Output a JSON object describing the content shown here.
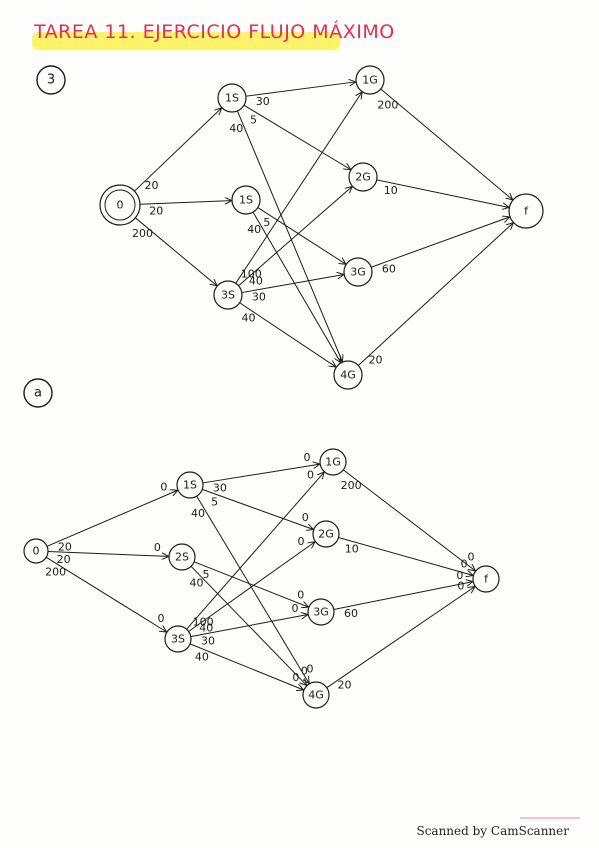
{
  "title": "TAREA 11. EJERCICIO FLUJO MÁXIMO",
  "section_a_label": "3",
  "section_b_label": "a",
  "colors": {
    "title": "#e0305a",
    "highlight": "#fff36a",
    "ink": "#1c1c1c"
  },
  "graph1": {
    "nodes": [
      {
        "id": "o",
        "label": "0"
      },
      {
        "id": "1s",
        "label": "1S"
      },
      {
        "id": "2s",
        "label": "1S"
      },
      {
        "id": "3s",
        "label": "3S"
      },
      {
        "id": "1g",
        "label": "1G"
      },
      {
        "id": "2g",
        "label": "2G"
      },
      {
        "id": "3g",
        "label": "3G"
      },
      {
        "id": "4g",
        "label": "4G"
      },
      {
        "id": "f",
        "label": "f"
      }
    ],
    "edges": [
      {
        "from": "o",
        "to": "1s",
        "cap": "20"
      },
      {
        "from": "o",
        "to": "2s",
        "cap": "20"
      },
      {
        "from": "o",
        "to": "3s",
        "cap": "200"
      },
      {
        "from": "1s",
        "to": "1g",
        "cap": "30"
      },
      {
        "from": "1s",
        "to": "2g",
        "cap": "5"
      },
      {
        "from": "1s",
        "to": "4g",
        "cap": "40"
      },
      {
        "from": "2s",
        "to": "3g",
        "cap": "5"
      },
      {
        "from": "2s",
        "to": "4g",
        "cap": "40"
      },
      {
        "from": "3s",
        "to": "1g",
        "cap": "100"
      },
      {
        "from": "3s",
        "to": "2g",
        "cap": "40"
      },
      {
        "from": "3s",
        "to": "3g",
        "cap": "30"
      },
      {
        "from": "3s",
        "to": "4g",
        "cap": "40"
      },
      {
        "from": "1g",
        "to": "f",
        "cap": "200"
      },
      {
        "from": "2g",
        "to": "f",
        "cap": "10"
      },
      {
        "from": "3g",
        "to": "f",
        "cap": "60"
      },
      {
        "from": "4g",
        "to": "f",
        "cap": "20"
      }
    ]
  },
  "graph2": {
    "nodes": [
      {
        "id": "o",
        "label": "0"
      },
      {
        "id": "1s",
        "label": "1S"
      },
      {
        "id": "2s",
        "label": "2S"
      },
      {
        "id": "3s",
        "label": "3S"
      },
      {
        "id": "1g",
        "label": "1G"
      },
      {
        "id": "2g",
        "label": "2G"
      },
      {
        "id": "3g",
        "label": "3G"
      },
      {
        "id": "4g",
        "label": "4G"
      },
      {
        "id": "f",
        "label": "f"
      }
    ],
    "edges": [
      {
        "from": "o",
        "to": "1s",
        "cap": "20",
        "rev": "0"
      },
      {
        "from": "o",
        "to": "2s",
        "cap": "20",
        "rev": "0"
      },
      {
        "from": "o",
        "to": "3s",
        "cap": "200",
        "rev": "0"
      },
      {
        "from": "1s",
        "to": "1g",
        "cap": "30",
        "rev": "0"
      },
      {
        "from": "1s",
        "to": "2g",
        "cap": "5",
        "rev": "0"
      },
      {
        "from": "1s",
        "to": "4g",
        "cap": "40",
        "rev": "0"
      },
      {
        "from": "2s",
        "to": "3g",
        "cap": "5",
        "rev": "0"
      },
      {
        "from": "2s",
        "to": "4g",
        "cap": "40",
        "rev": "0"
      },
      {
        "from": "3s",
        "to": "1g",
        "cap": "100",
        "rev": "0"
      },
      {
        "from": "3s",
        "to": "2g",
        "cap": "40",
        "rev": "0"
      },
      {
        "from": "3s",
        "to": "3g",
        "cap": "30",
        "rev": "0"
      },
      {
        "from": "3s",
        "to": "4g",
        "cap": "40",
        "rev": "0"
      },
      {
        "from": "1g",
        "to": "f",
        "cap": "200",
        "rev": "0"
      },
      {
        "from": "2g",
        "to": "f",
        "cap": "10",
        "rev": "0"
      },
      {
        "from": "3g",
        "to": "f",
        "cap": "60",
        "rev": "0"
      },
      {
        "from": "4g",
        "to": "f",
        "cap": "20",
        "rev": "0"
      }
    ]
  },
  "watermark": "Scanned by CamScanner"
}
